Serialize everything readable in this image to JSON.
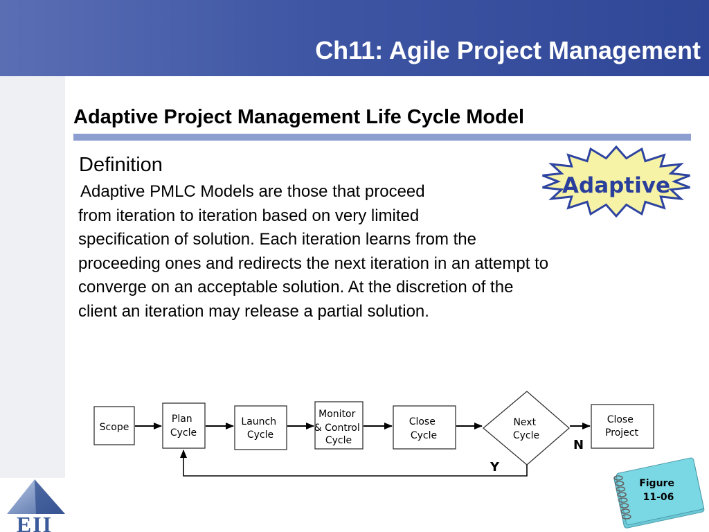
{
  "header": {
    "title": "Ch11: Agile Project Management"
  },
  "slide": {
    "subtitle": "Adaptive Project Management Life Cycle Model",
    "definition_heading": "Definition",
    "definition_lines": [
      "Adaptive PMLC Models are those that proceed",
      "from iteration to iteration based on very limited",
      "specification of solution. Each iteration learns from the",
      "proceeding ones and redirects the next iteration in an attempt to",
      "converge on an acceptable solution. At the discretion of the",
      "client an iteration may release a partial solution."
    ],
    "badge_text": "Adaptive"
  },
  "diagram": {
    "nodes": {
      "scope": [
        "Scope"
      ],
      "plan": [
        "Plan",
        "Cycle"
      ],
      "launch": [
        "Launch",
        "Cycle"
      ],
      "monitor": [
        "Monitor",
        "& Control",
        "Cycle"
      ],
      "close_cycle": [
        "Close",
        "Cycle"
      ],
      "next": [
        "Next",
        "Cycle"
      ],
      "close_project": [
        "Close",
        "Project"
      ]
    },
    "labels": {
      "no": "N",
      "yes": "Y"
    }
  },
  "figure_tag": {
    "line1": "Figure",
    "line2": "11-06"
  },
  "logo": {
    "text": "EII"
  },
  "colors": {
    "header": "#3d55a3",
    "rule": "#8c9fd0",
    "badge_fill": "#f6f2a6",
    "badge_outline": "#2d43a0",
    "badge_text": "#2a3f9c",
    "figure_tag": "#7ad8e4"
  }
}
